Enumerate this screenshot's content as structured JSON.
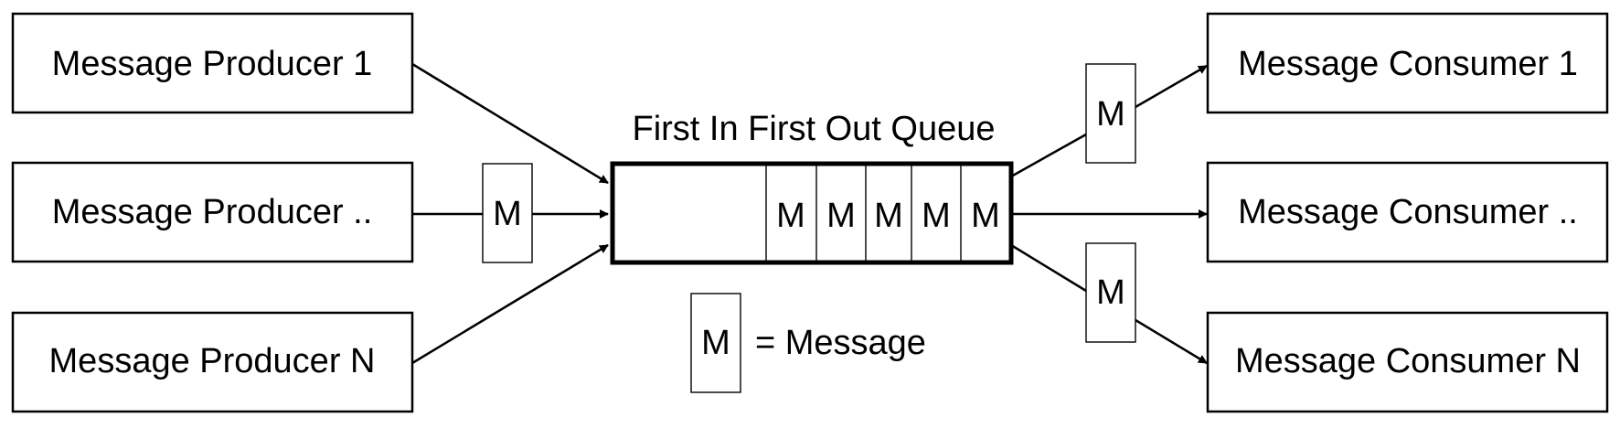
{
  "producers": [
    "Message Producer 1",
    "Message Producer ..",
    "Message Producer N"
  ],
  "consumers": [
    "Message Consumer 1",
    "Message Consumer ..",
    "Message Consumer N"
  ],
  "queue": {
    "title": "First In First Out Queue",
    "messages": [
      "M",
      "M",
      "M",
      "M",
      "M"
    ]
  },
  "message_symbol": "M",
  "legend": {
    "symbol": "M",
    "text": "= Message"
  }
}
